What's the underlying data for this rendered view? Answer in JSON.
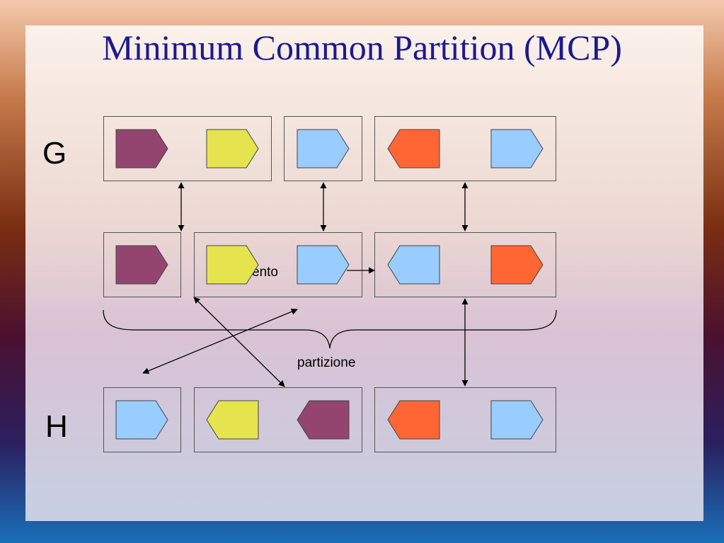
{
  "slide": {
    "title": "Minimum Common Partition (MCP)",
    "label_g": "G",
    "label_h": "H",
    "annotation_partial": "ento",
    "annotation_partition": "partizione"
  },
  "colors": {
    "purple": "#934570",
    "yellow": "#e6e44e",
    "blue": "#99ccff",
    "orange": "#ff6633",
    "box_border": "#555555",
    "title": "#1a1a90"
  },
  "sequences": {
    "G": {
      "blocks": [
        [
          "purple-right",
          "yellow-right"
        ],
        [
          "blue-right"
        ],
        [
          "orange-left",
          "blue-right"
        ]
      ]
    },
    "middle": {
      "blocks": [
        [
          "purple-right"
        ],
        [
          "yellow-right",
          "blue-right"
        ],
        [
          "blue-left",
          "orange-right"
        ]
      ]
    },
    "H": {
      "blocks": [
        [
          "blue-right"
        ],
        [
          "yellow-left",
          "purple-left"
        ],
        [
          "orange-left",
          "blue-right"
        ]
      ]
    }
  }
}
